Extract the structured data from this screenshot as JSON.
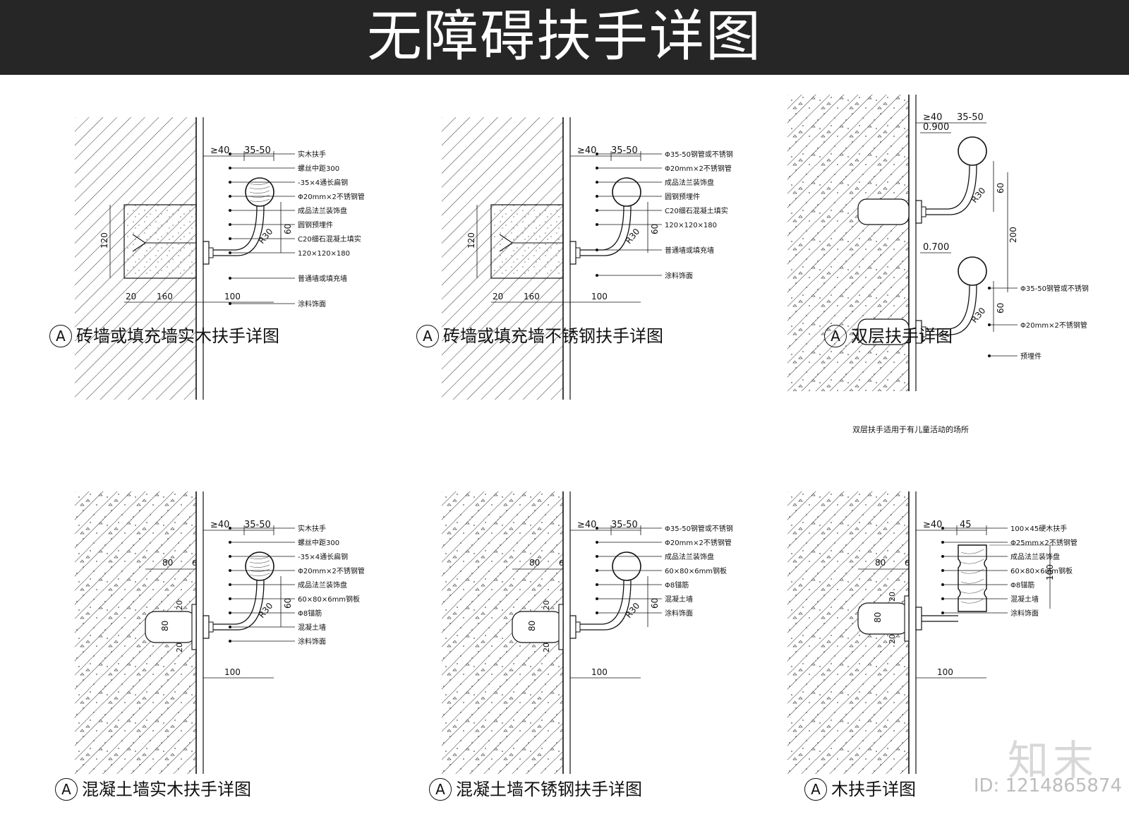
{
  "header": {
    "title": "无障碍扶手详图"
  },
  "panels": [
    {
      "circle_label": "A",
      "caption": "砖墙或填充墙实木扶手详图",
      "dims": {
        "gap": "≥40",
        "range": "35-50",
        "h120": "120",
        "h60": "60",
        "r": "R30",
        "w20": "20",
        "w160": "160",
        "w100": "100"
      },
      "labels": [
        "实木扶手",
        "螺丝中距300",
        "-35×4通长扁钢",
        "Φ20mm×2不锈钢管",
        "成品法兰装饰盘",
        "圆钢预埋件",
        "C20细石混凝土填实",
        "120×120×180",
        "普通墙或填充墙",
        "涂料饰面"
      ]
    },
    {
      "circle_label": "A",
      "caption": "砖墙或填充墙不锈钢扶手详图",
      "dims": {
        "gap": "≥40",
        "range": "35-50",
        "h120": "120",
        "h60": "60",
        "r": "R30",
        "w20": "20",
        "w160": "160",
        "w100": "100"
      },
      "labels": [
        "Φ35-50钢管或不锈钢",
        "Φ20mm×2不锈钢管",
        "成品法兰装饰盘",
        "圆钢预埋件",
        "C20细石混凝土填实",
        "120×120×180",
        "普通墙或填充墙",
        "涂料饰面"
      ]
    },
    {
      "circle_label": "A",
      "caption": "双层扶手详图",
      "note": "双层扶手适用于有儿童活动的场所",
      "dims": {
        "gap": "≥40",
        "range": "35-50",
        "elev_upper": "0.900",
        "elev_lower": "0.700",
        "h60a": "60",
        "h200": "200",
        "h60b": "60",
        "r": "R30"
      },
      "labels": [
        "Φ35-50钢管或不锈钢",
        "Φ20mm×2不锈钢管",
        "预埋件"
      ]
    },
    {
      "circle_label": "A",
      "caption": "混凝土墙实木扶手详图",
      "dims": {
        "gap": "≥40",
        "range": "35-50",
        "w80": "80",
        "w6": "6",
        "h20a": "20",
        "h80": "80",
        "h20b": "20",
        "h60": "60",
        "r": "R30",
        "w100": "100"
      },
      "labels": [
        "实木扶手",
        "螺丝中距300",
        "-35×4通长扁钢",
        "Φ20mm×2不锈钢管",
        "成品法兰装饰盘",
        "60×80×6mm钢板",
        "Φ8锚筋",
        "混凝土墙",
        "涂料饰面"
      ]
    },
    {
      "circle_label": "A",
      "caption": "混凝土墙不锈钢扶手详图",
      "dims": {
        "gap": "≥40",
        "range": "35-50",
        "w80": "80",
        "w6": "6",
        "h20a": "20",
        "h80": "80",
        "h20b": "20",
        "h60": "60",
        "r": "R30",
        "w100": "100"
      },
      "labels": [
        "Φ35-50钢管或不锈钢",
        "Φ20mm×2不锈钢管",
        "成品法兰装饰盘",
        "60×80×6mm钢板",
        "Φ8锚筋",
        "混凝土墙",
        "涂料饰面"
      ]
    },
    {
      "circle_label": "A",
      "caption": "木扶手详图",
      "dims": {
        "gap": "≥40",
        "w45": "45",
        "w80": "80",
        "w6": "6",
        "h20a": "20",
        "h80": "80",
        "h20b": "20",
        "h100": "100",
        "w100": "100"
      },
      "labels": [
        "100×45硬木扶手",
        "Φ25mm×2不锈钢管",
        "成品法兰装饰盘",
        "60×80×6mm钢板",
        "Φ8锚筋",
        "混凝土墙",
        "涂料饰面"
      ]
    }
  ],
  "watermark": {
    "brand": "知末",
    "id": "ID: 1214865874"
  }
}
